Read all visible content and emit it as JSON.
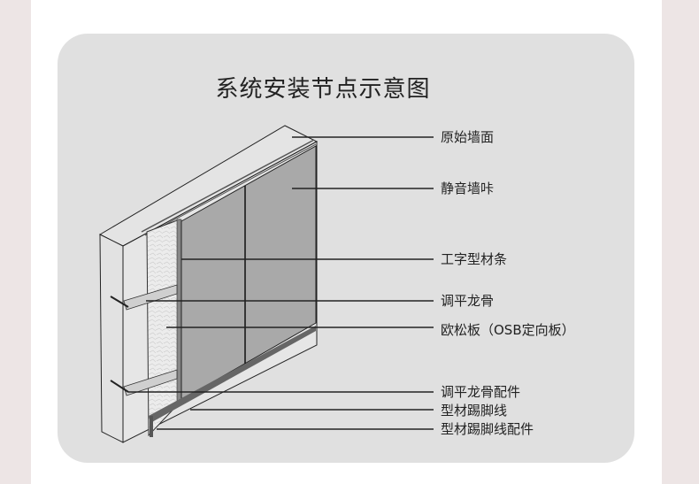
{
  "title": "系统安装节点示意图",
  "labels": [
    "原始墙面",
    "静音墙咔",
    "工字型材条",
    "调平龙骨",
    "欧松板（OSB定向板）",
    "调平龙骨配件",
    "型材踢脚线",
    "型材踢脚线配件"
  ],
  "colors": {
    "card": "#e0e0e0",
    "panel": "#a9a9a9",
    "outer": "#ede5e5"
  }
}
